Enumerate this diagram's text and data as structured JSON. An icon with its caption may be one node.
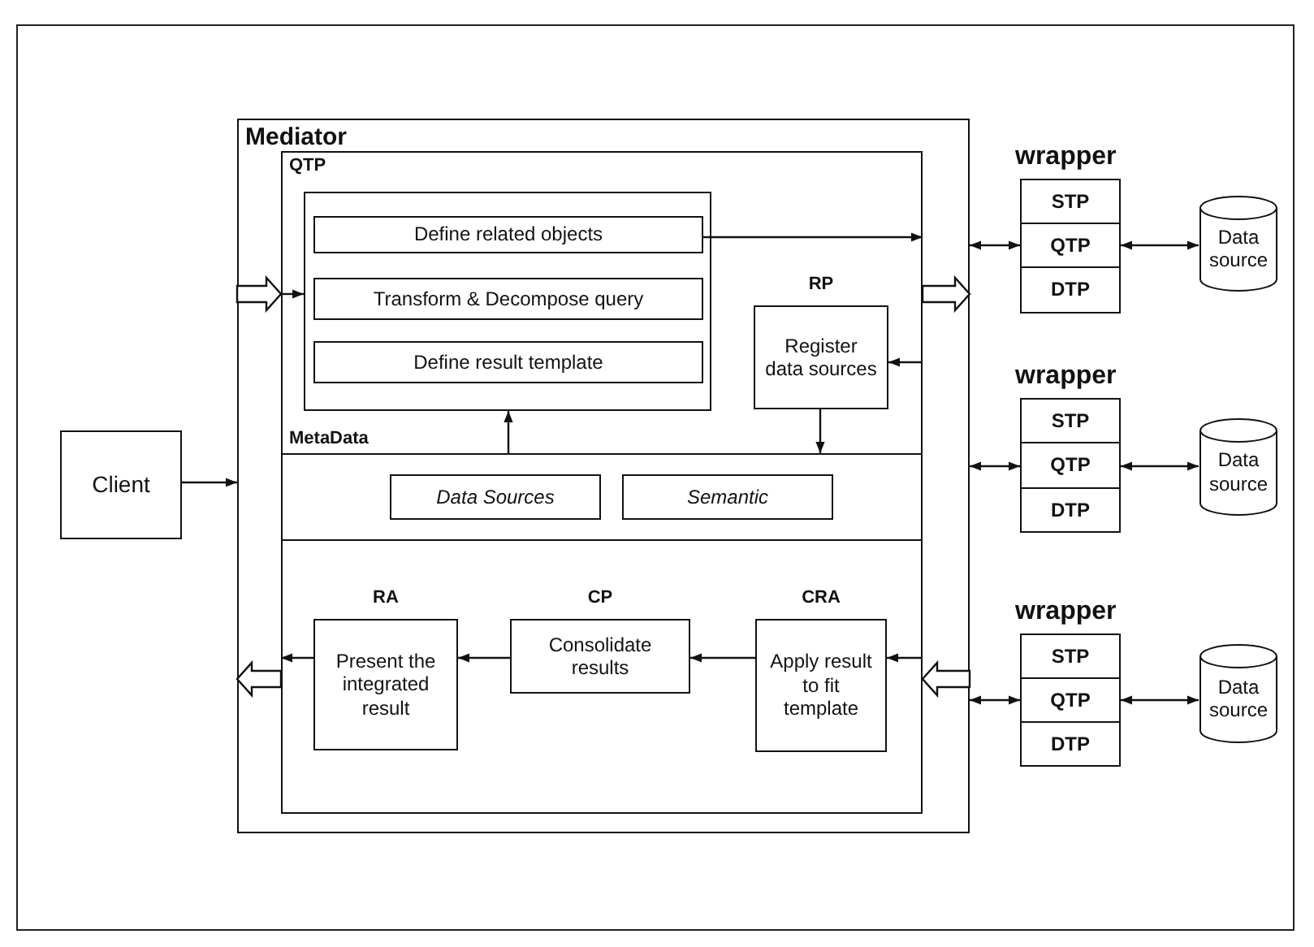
{
  "diagram": {
    "nodes": [
      {
        "text": [
          "Mediator"
        ]
      },
      {
        "text": [
          "QTP"
        ],
        "in": 0
      },
      {
        "text": [],
        "shape": "box",
        "in": 1
      },
      {
        "text": [
          "Define related objects"
        ],
        "in": 2
      },
      {
        "text": [
          "Transform & Decompose query"
        ],
        "in": 2
      },
      {
        "text": [
          "Define result template"
        ],
        "in": 2
      },
      {
        "text": [
          "RP",
          "Register data sources"
        ],
        "in": 1
      },
      {
        "text": [
          "MetaData"
        ],
        "in": 0
      },
      {
        "text": [
          "Data Sources"
        ],
        "in": 7
      },
      {
        "text": [
          "Semantic"
        ],
        "in": 7
      },
      {
        "text": [],
        "shape": "box",
        "in": 0
      },
      {
        "text": [
          "RA",
          "Present the integrated result"
        ],
        "in": 10
      },
      {
        "text": [
          "CP",
          "Consolidate results"
        ],
        "in": 10
      },
      {
        "text": [
          "CRA",
          "Apply result to fit template"
        ],
        "in": 10
      },
      {
        "text": [
          "Client"
        ]
      },
      {
        "text": [
          "wrapper"
        ]
      },
      {
        "text": [
          "STP"
        ],
        "in": 15
      },
      {
        "text": [
          "QTP"
        ],
        "in": 15
      },
      {
        "text": [
          "DTP"
        ],
        "in": 15
      },
      {
        "text": [
          "Data source"
        ]
      },
      {
        "text": [
          "wrapper"
        ]
      },
      {
        "text": [
          "STP"
        ],
        "in": 20
      },
      {
        "text": [
          "QTP"
        ],
        "in": 20
      },
      {
        "text": [
          "DTP"
        ],
        "in": 20
      },
      {
        "text": [
          "Data source"
        ]
      },
      {
        "text": [
          "wrapper"
        ]
      },
      {
        "text": [
          "STP"
        ],
        "in": 25
      },
      {
        "text": [
          "QTP"
        ],
        "in": 25
      },
      {
        "text": [
          "DTP"
        ],
        "in": 25
      },
      {
        "text": [
          "Data source"
        ]
      }
    ],
    "edges": [
      {
        "from": 14,
        "to": 0,
        "arrow": "to"
      },
      {
        "from": 0,
        "to": 1,
        "arrow": "to",
        "style": "thick"
      },
      {
        "from": 1,
        "to": 2,
        "arrow": "to"
      },
      {
        "from": 3,
        "to": 1,
        "arrow": "to"
      },
      {
        "from": 0,
        "to": 17,
        "arrow": "both"
      },
      {
        "from": 17,
        "to": 19,
        "arrow": "both"
      },
      {
        "from": 1,
        "to": 0,
        "arrow": "to",
        "style": "thick"
      },
      {
        "from": 1,
        "to": 6,
        "arrow": "to"
      },
      {
        "from": 6,
        "to": 7,
        "arrow": "to"
      },
      {
        "from": 7,
        "to": 2,
        "arrow": "to"
      },
      {
        "from": 0,
        "to": 22,
        "arrow": "both"
      },
      {
        "from": 22,
        "to": 24,
        "arrow": "both"
      },
      {
        "from": 0,
        "to": 27,
        "arrow": "both"
      },
      {
        "from": 27,
        "to": 29,
        "arrow": "both"
      },
      {
        "from": 0,
        "to": 10,
        "arrow": "to",
        "style": "thick"
      },
      {
        "from": 10,
        "to": 13,
        "arrow": "to"
      },
      {
        "from": 13,
        "to": 12,
        "arrow": "to"
      },
      {
        "from": 12,
        "to": 11,
        "arrow": "to"
      },
      {
        "from": 11,
        "to": 10,
        "arrow": "to"
      },
      {
        "from": 10,
        "to": 0,
        "arrow": "to",
        "style": "thick"
      }
    ]
  }
}
